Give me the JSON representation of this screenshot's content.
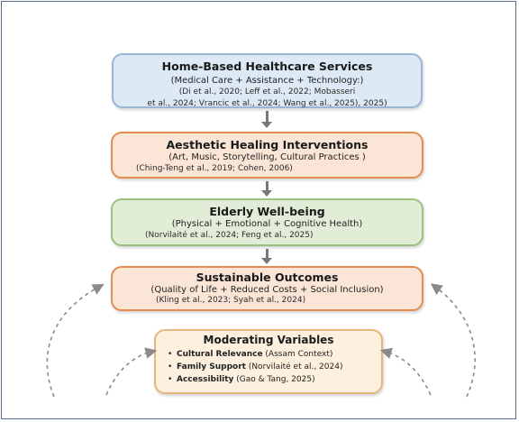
{
  "boxes": {
    "home": {
      "title": "Home-Based Healthcare  Services",
      "subtitle": "(Medical Care + Assistance + Technology:)",
      "cite1": "(Di et al., 2020; Leff et al., 2022; Mobasseri",
      "cite2": "et al., 2024; Vrancic et al., 2024; Wang et al., 2025), 2025)"
    },
    "aesthetic": {
      "title": "Aesthetic Healing Interventions",
      "subtitle": "(Art, Music, Storytelling, Cultural Practices )",
      "cite": "(Ching-Teng et al., 2019; Cohen, 2006)"
    },
    "elderly": {
      "title": "Elderly Well-being",
      "subtitle": "(Physical + Emotional + Cognitive Health)",
      "cite": "(Norvilaité et al., 2024; Feng et al., 2025)"
    },
    "sustainable": {
      "title": "Sustainable Outcomes",
      "subtitle": "(Quality of Life + Reduced Costs + Social Inclusion)",
      "cite": "(Kling et al., 2023; Syah et al., 2024)"
    },
    "moderating": {
      "title": "Moderating Variables",
      "items": [
        {
          "bold": "Cultural Relevance",
          "rest": " (Assam Context)"
        },
        {
          "bold": "Family Support",
          "rest": " (Norvilaité et al., 2024)"
        },
        {
          "bold": "Accessibility",
          "rest": " (Gao & Tang, 2025)"
        }
      ]
    }
  },
  "bullet_glyph": "•",
  "colors": {
    "blue_fill": "#dde9f4",
    "blue_border": "#9ab6d4",
    "orange_fill": "#fbe5d6",
    "orange_border": "#e58c52",
    "green_fill": "#e2edd7",
    "green_border": "#9ec07f",
    "beige_fill": "#fdf0de",
    "beige_border": "#e9b57c",
    "arrow": "#777777",
    "dashed": "#8a8a8a"
  }
}
